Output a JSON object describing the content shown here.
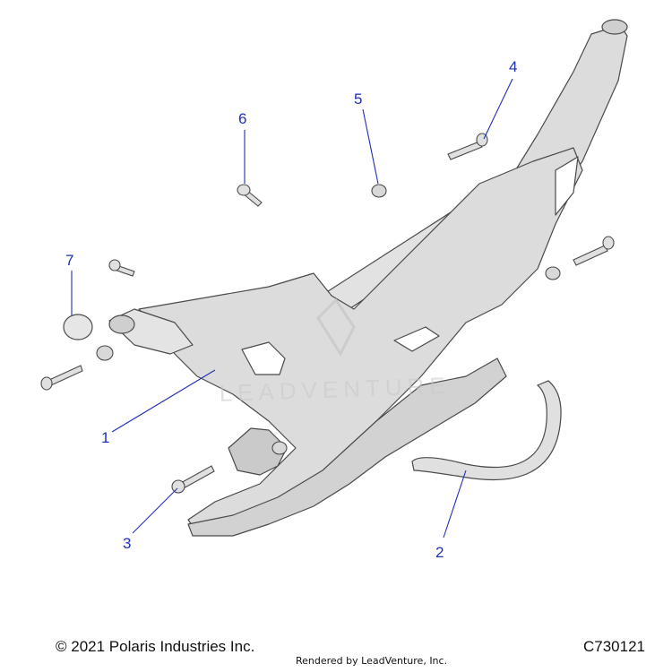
{
  "colors": {
    "part_fill": "#dcdcdc",
    "part_shade": "#c4c4c4",
    "part_light": "#ececec",
    "outline": "#4a4a4a",
    "callout": "#1f2fb8",
    "leader": "#1f2fb8",
    "watermark": "#d0d0d0"
  },
  "callouts": [
    {
      "id": "1",
      "label": "1"
    },
    {
      "id": "2",
      "label": "2"
    },
    {
      "id": "3",
      "label": "3"
    },
    {
      "id": "4",
      "label": "4"
    },
    {
      "id": "5",
      "label": "5"
    },
    {
      "id": "6",
      "label": "6"
    },
    {
      "id": "7",
      "label": "7"
    }
  ],
  "watermark": {
    "text": "LEADVENTURE"
  },
  "footer": {
    "copyright": "© 2021 Polaris Industries Inc.",
    "rendered_by": "Rendered by LeadVenture, Inc.",
    "figure_id": "C730121"
  }
}
